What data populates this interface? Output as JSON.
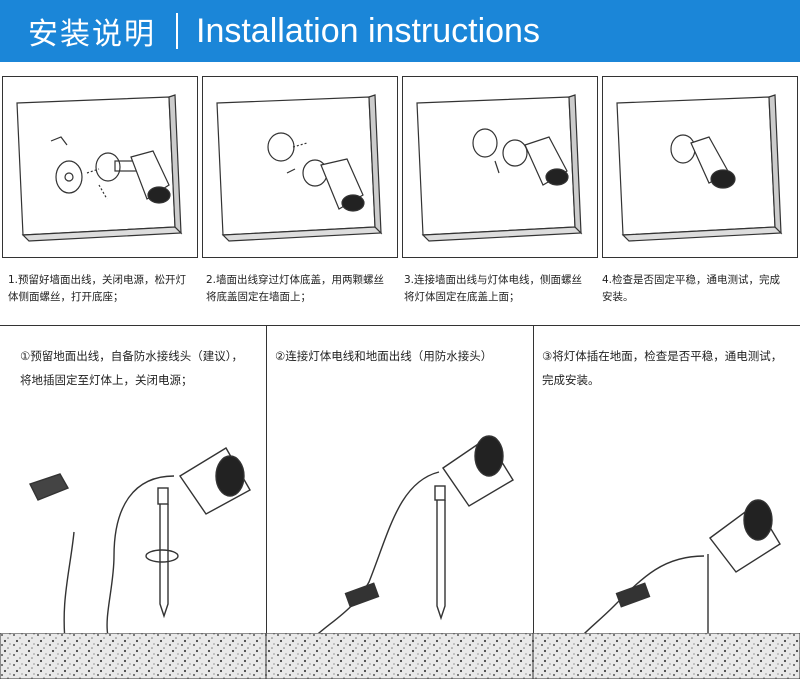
{
  "header": {
    "title_zh": "安装说明",
    "title_en": "Installation instructions"
  },
  "wall_steps": [
    {
      "text": "1.预留好墙面出线，关闭电源，松开灯体侧面螺丝，打开底座；"
    },
    {
      "text": "2.墙面出线穿过灯体底盖，用两颗螺丝将底盖固定在墙面上；"
    },
    {
      "text": "3.连接墙面出线与灯体电线，侧面螺丝将灯体固定在底盖上面；"
    },
    {
      "text": "4.检查是否固定平稳，通电测试，完成安装。"
    }
  ],
  "ground_steps": [
    {
      "text": "①预留地面出线，自备防水接线头（建议），将地插固定至灯体上，关闭电源；"
    },
    {
      "text": "②连接灯体电线和地面出线（用防水接头）"
    },
    {
      "text": "③将灯体插在地面，检查是否平稳，通电测试，完成安装。"
    }
  ],
  "colors": {
    "banner": "#1b86d8",
    "line": "#333333"
  }
}
